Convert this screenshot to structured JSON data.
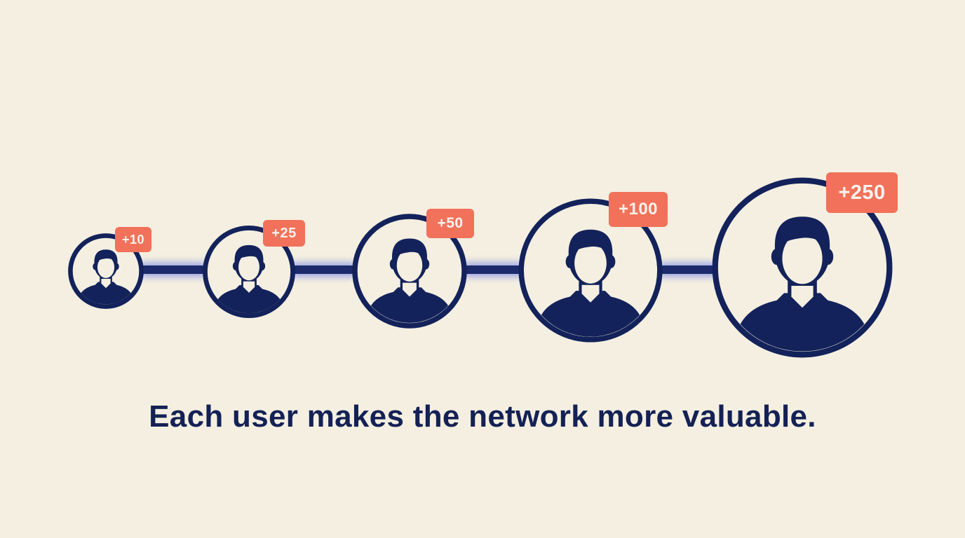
{
  "diagram": {
    "colors": {
      "background": "#f4efe1",
      "navy": "#13225a",
      "badge": "#f2715a",
      "glow": "#5064e6"
    },
    "nodes": [
      {
        "icon": "user-avatar-icon",
        "badge": "+10"
      },
      {
        "icon": "user-avatar-icon",
        "badge": "+25"
      },
      {
        "icon": "user-avatar-icon",
        "badge": "+50"
      },
      {
        "icon": "user-avatar-icon",
        "badge": "+100"
      },
      {
        "icon": "user-avatar-icon",
        "badge": "+250"
      }
    ],
    "caption": "Each user makes the network more valuable."
  }
}
